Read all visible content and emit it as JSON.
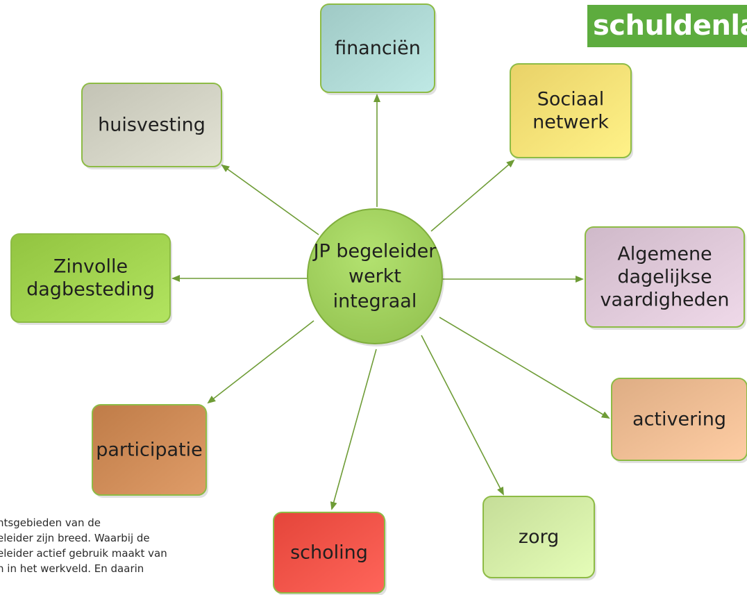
{
  "brand": {
    "logo_text": "schuldenla",
    "logo_color": "#5dac3e"
  },
  "diagram": {
    "center": {
      "lines": [
        "JP begeleider",
        "werkt",
        "integraal"
      ],
      "color": "#9dcc5a"
    },
    "nodes": [
      {
        "id": "financien",
        "lines": [
          "financiën"
        ],
        "color": "#a9d3cf"
      },
      {
        "id": "sociaal-netwerk",
        "lines": [
          "Sociaal",
          "netwerk"
        ],
        "color": "#f3dc72"
      },
      {
        "id": "algemene-dagelijkse-vaardigheden",
        "lines": [
          "Algemene",
          "dagelijkse",
          "vaardigheden"
        ],
        "color": "#d9c3d3"
      },
      {
        "id": "activering",
        "lines": [
          "activering"
        ],
        "color": "#e8b78e"
      },
      {
        "id": "zorg",
        "lines": [
          "zorg"
        ],
        "color": "#cfe7a2"
      },
      {
        "id": "scholing",
        "lines": [
          "scholing"
        ],
        "color": "#ee4f44"
      },
      {
        "id": "participatie",
        "lines": [
          "participatie"
        ],
        "color": "#c98652"
      },
      {
        "id": "zinvolle-dagbesteding",
        "lines": [
          "Zinvolle",
          "dagbesteding"
        ],
        "color": "#9cce4a"
      },
      {
        "id": "huisvesting",
        "lines": [
          "huisvesting"
        ],
        "color": "#cdcdbf"
      }
    ]
  },
  "caption": {
    "lines": [
      "ntsgebieden van de",
      "eleider zijn breed. Waarbij de",
      "eleider actief gebruik maakt van",
      "n in het werkveld. En daarin"
    ]
  }
}
